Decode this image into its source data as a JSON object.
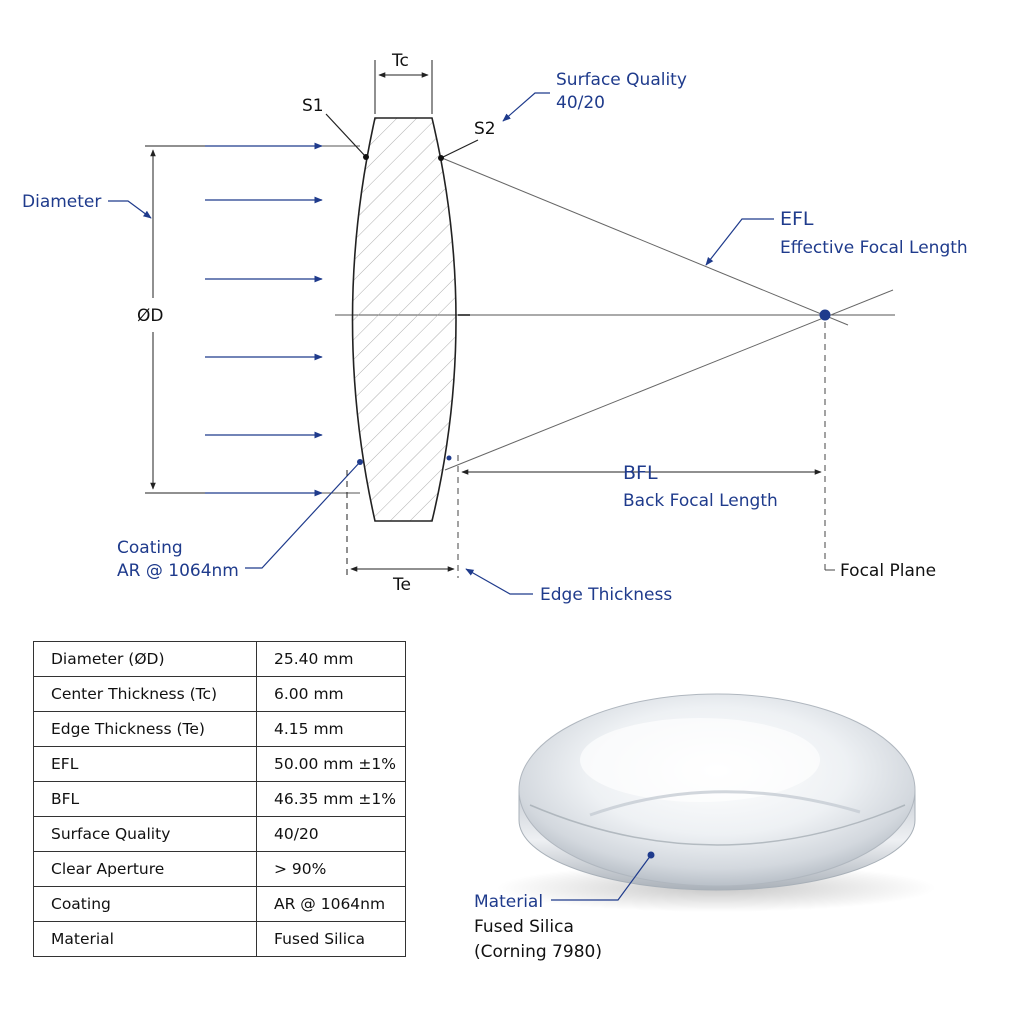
{
  "colors": {
    "annotation_blue": "#1f3b8c",
    "line_dark": "#222222",
    "ray_gray": "#666666"
  },
  "labels": {
    "tc": "Tc",
    "te": "Te",
    "s1": "S1",
    "s2": "S2",
    "surface_quality_title": "Surface Quality",
    "surface_quality_value": "40/20",
    "diameter": "Diameter",
    "od": "ØD",
    "efl": "EFL",
    "efl_full": "Effective Focal Length",
    "bfl": "BFL",
    "bfl_full": "Back Focal Length",
    "coating_title": "Coating",
    "coating_value": "AR @ 1064nm",
    "edge_thickness": "Edge Thickness",
    "focal_plane": "Focal Plane",
    "material_title": "Material",
    "material_value": "Fused Silica",
    "material_detail": "(Corning 7980)"
  },
  "specs": [
    {
      "name": "Diameter (ØD)",
      "value": "25.40 mm"
    },
    {
      "name": "Center Thickness (Tc)",
      "value": "6.00 mm"
    },
    {
      "name": "Edge Thickness (Te)",
      "value": "4.15 mm"
    },
    {
      "name": "EFL",
      "value": "50.00 mm ±1%"
    },
    {
      "name": "BFL",
      "value": "46.35 mm ±1%"
    },
    {
      "name": "Surface Quality",
      "value": "40/20"
    },
    {
      "name": "Clear Aperture",
      "value": "> 90%"
    },
    {
      "name": "Coating",
      "value": "AR @ 1064nm"
    },
    {
      "name": "Material",
      "value": "Fused Silica"
    }
  ]
}
